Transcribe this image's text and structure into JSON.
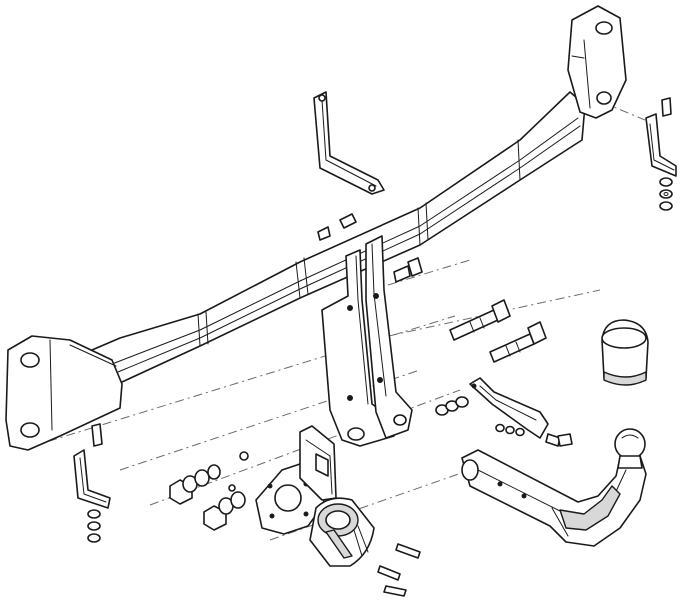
{
  "diagram": {
    "type": "exploded-parts-drawing",
    "line_color": "#1a1a1a",
    "fill_color": "#ffffff",
    "shade_color": "#d8d8d8",
    "leader_line_color": "#6b6b6b",
    "parts": [
      "crossbar",
      "left-mounting-plate",
      "right-mounting-plate",
      "center-bracket",
      "left-side-bracket",
      "right-side-bracket",
      "cable-holder-bracket",
      "tow-ball-neck",
      "tow-ball",
      "tow-ball-cover-cap",
      "socket-plate",
      "electrical-socket",
      "mounting-bolts",
      "washers",
      "nuts",
      "screws"
    ]
  }
}
